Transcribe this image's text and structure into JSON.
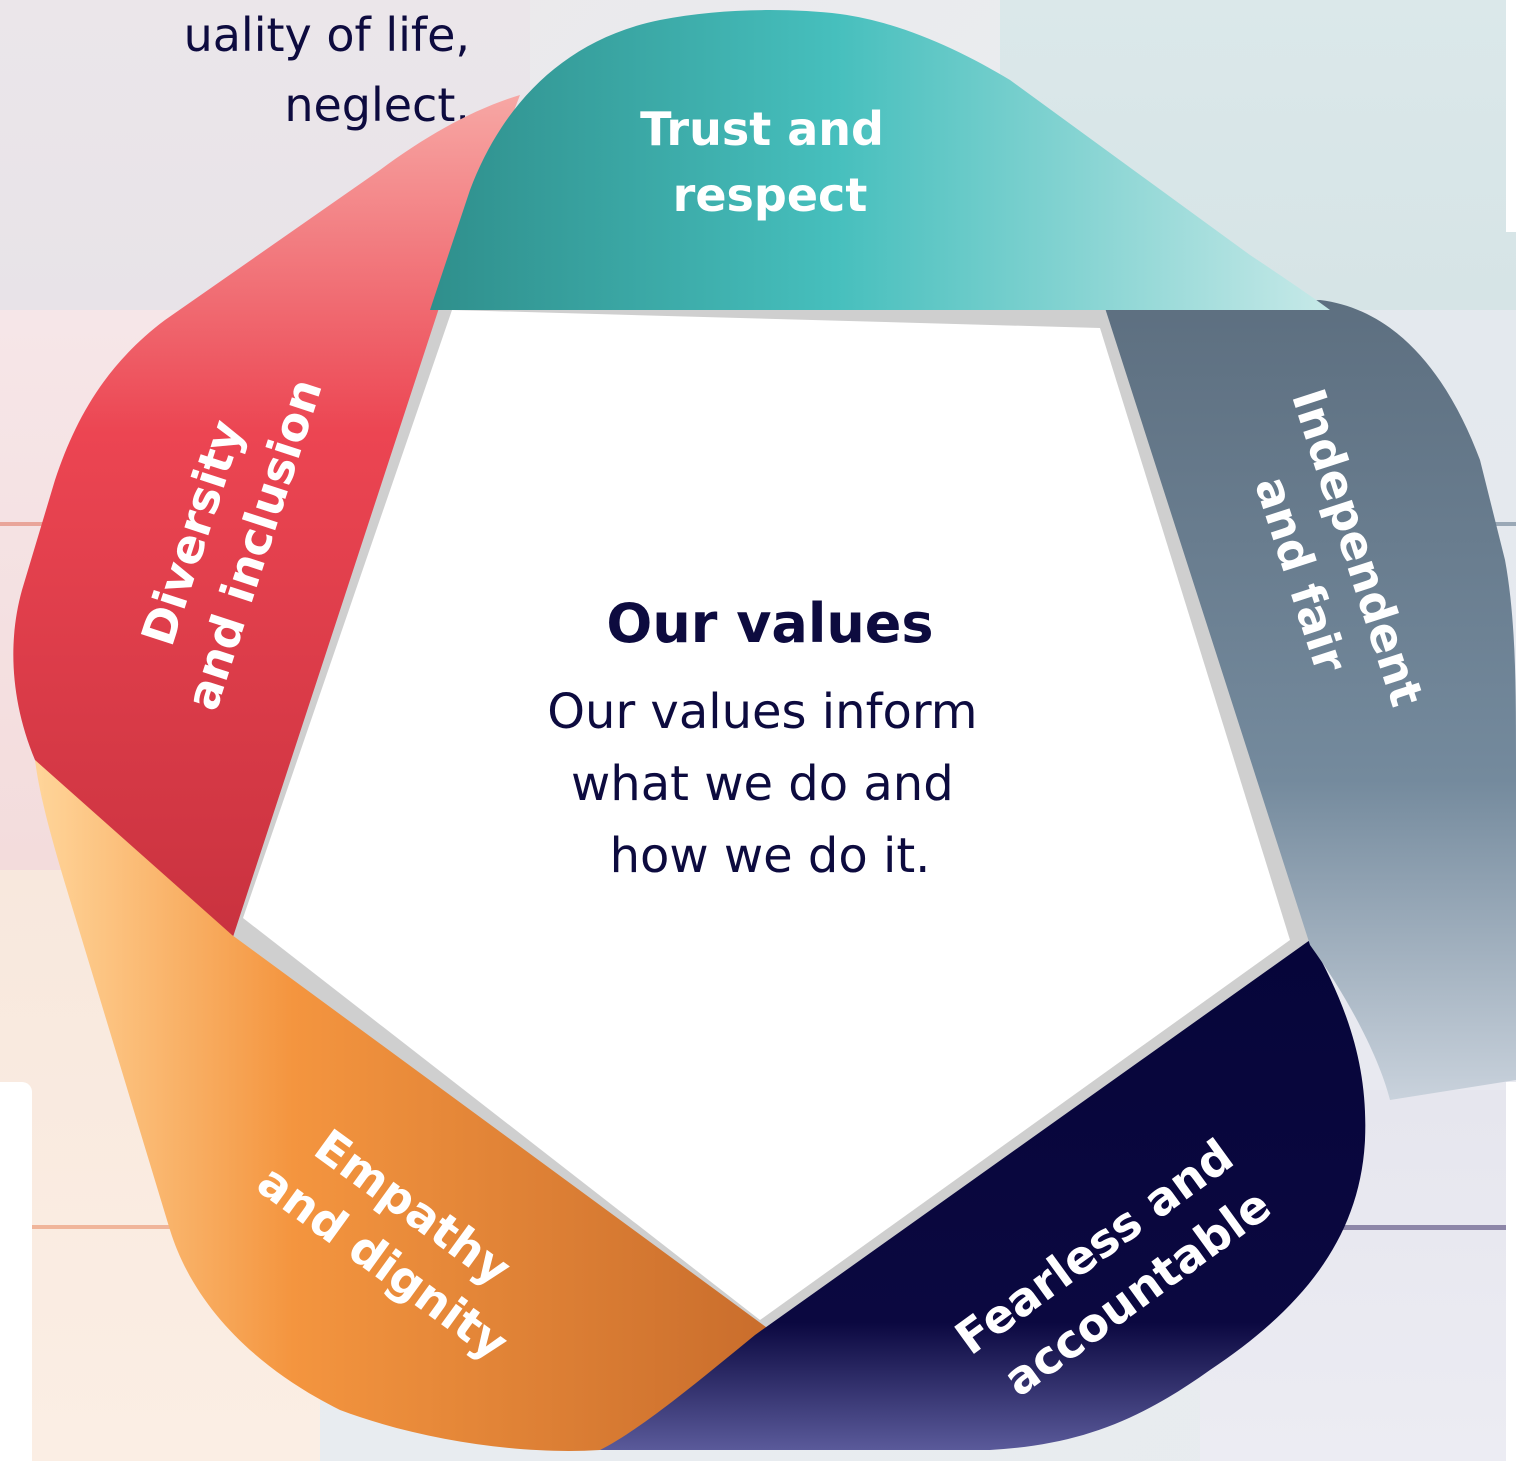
{
  "intro": {
    "lines": [
      "uality of life,",
      "neglect."
    ]
  },
  "center": {
    "title": "Our values",
    "body_lines": [
      "Our values inform",
      "what we do and",
      "how we do it."
    ]
  },
  "segments": [
    {
      "id": "trust",
      "lines": [
        "Trust and",
        "respect"
      ],
      "color": "#46bfbd"
    },
    {
      "id": "independent",
      "lines": [
        "Independent",
        "and fair"
      ],
      "color": "#6f8396"
    },
    {
      "id": "fearless",
      "lines": [
        "Fearless and",
        "accountable"
      ],
      "color": "#0b0840"
    },
    {
      "id": "empathy",
      "lines": [
        "Empathy",
        "and dignity"
      ],
      "color": "#f2923e"
    },
    {
      "id": "diversity",
      "lines": [
        "Diversity",
        "and inclusion"
      ],
      "color": "#e84050"
    }
  ]
}
